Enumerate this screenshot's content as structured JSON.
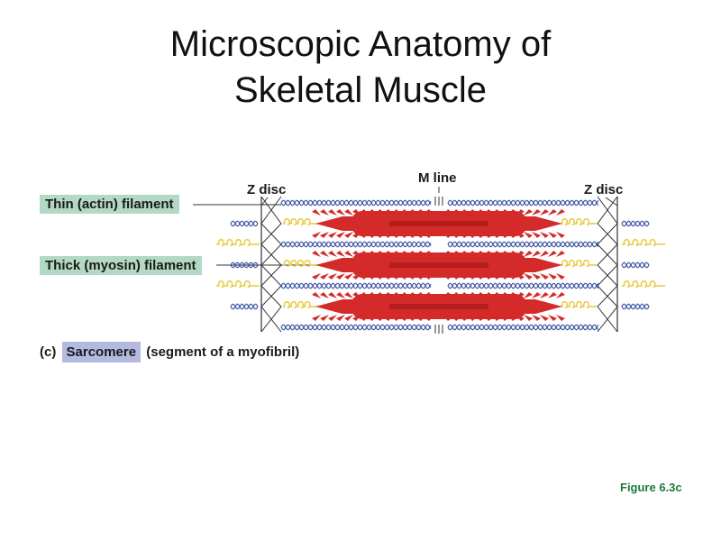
{
  "title": {
    "line1": "Microscopic Anatomy of",
    "line2": "Skeletal Muscle"
  },
  "labels": {
    "thin_filament": "Thin (actin) filament",
    "thick_filament": "Thick (myosin) filament",
    "z_disc_left": "Z disc",
    "z_disc_right": "Z disc",
    "m_line": "M line"
  },
  "caption": {
    "prefix": "(c)",
    "highlight": "Sarcomere",
    "suffix": "(segment of a myofibril)"
  },
  "figure_ref": "Figure 6.3c",
  "colors": {
    "label_box": "#b3d9c4",
    "sarcomere_box": "#b4b9e0",
    "actin": "#4a5fa8",
    "myosin": "#d42a2a",
    "titin": "#e8c93a",
    "figure_ref": "#1f7a3a",
    "lines": "#333333"
  }
}
